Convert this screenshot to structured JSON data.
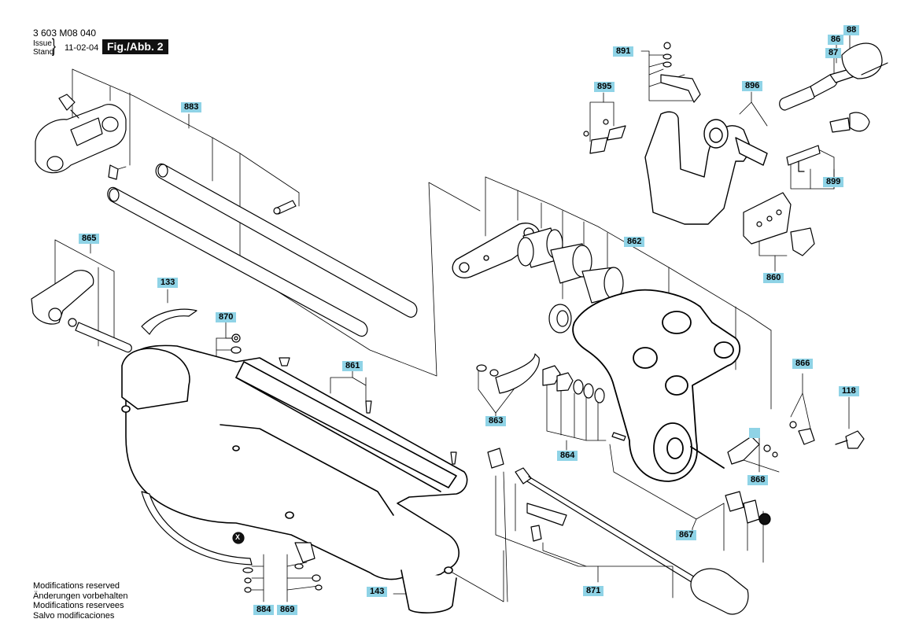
{
  "document": {
    "number": "3 603 M08 040",
    "issue_label_1": "Issue",
    "issue_label_2": "Stand",
    "date": "11-02-04",
    "figure": "Fig./Abb. 2"
  },
  "notes": [
    "Modifications reserved",
    "Änderungen vorbehalten",
    "Modifications reservees",
    "Salvo modificaciones"
  ],
  "part_labels": {
    "p88": "88",
    "p86": "86",
    "p87": "87",
    "p891": "891",
    "p895": "895",
    "p896": "896",
    "p899": "899",
    "p883": "883",
    "p865": "865",
    "p133": "133",
    "p870": "870",
    "p861": "861",
    "p862": "862",
    "p860": "860",
    "p863": "863",
    "p864": "864",
    "p866": "866",
    "p118": "118",
    "p868": "868",
    "p867": "867",
    "p871": "871",
    "p143": "143",
    "p884": "884",
    "p869": "869",
    "p868_blank": ""
  },
  "marker": "X",
  "colors": {
    "label_bg": "#8fd3e6",
    "line": "#000000",
    "fig_bg": "#111111"
  }
}
